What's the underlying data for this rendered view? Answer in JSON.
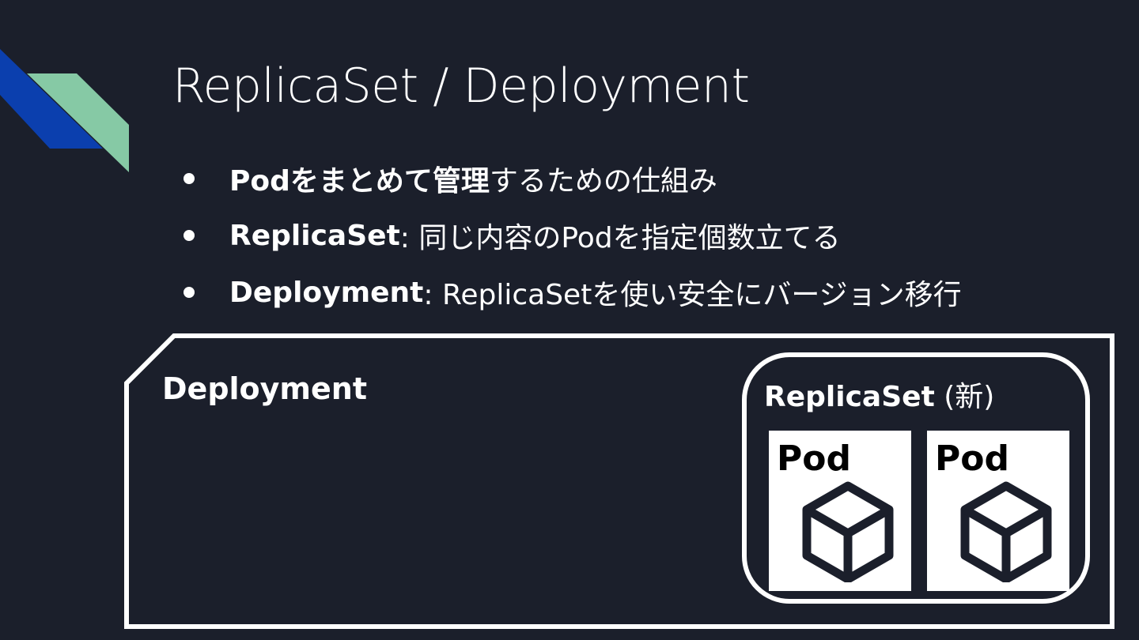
{
  "slide": {
    "title": "ReplicaSet / Deployment",
    "bullets": [
      {
        "strong": "Podをまとめて管理",
        "text": "するための仕組み"
      },
      {
        "strong": "ReplicaSet",
        "text": ": 同じ内容のPodを指定個数立てる"
      },
      {
        "strong": "Deployment",
        "text": ": ReplicaSetを使い安全にバージョン移行"
      }
    ]
  },
  "diagram": {
    "deployment_label": "Deployment",
    "replicaset_label": "ReplicaSet",
    "replicaset_suffix": " (新)",
    "pods": [
      {
        "label": "Pod",
        "icon": "cube-icon"
      },
      {
        "label": "Pod",
        "icon": "cube-icon"
      }
    ]
  },
  "colors": {
    "background": "#1b1f2b",
    "accent_blue": "#0b3fae",
    "accent_green": "#86c9a5",
    "foreground": "#ffffff"
  }
}
